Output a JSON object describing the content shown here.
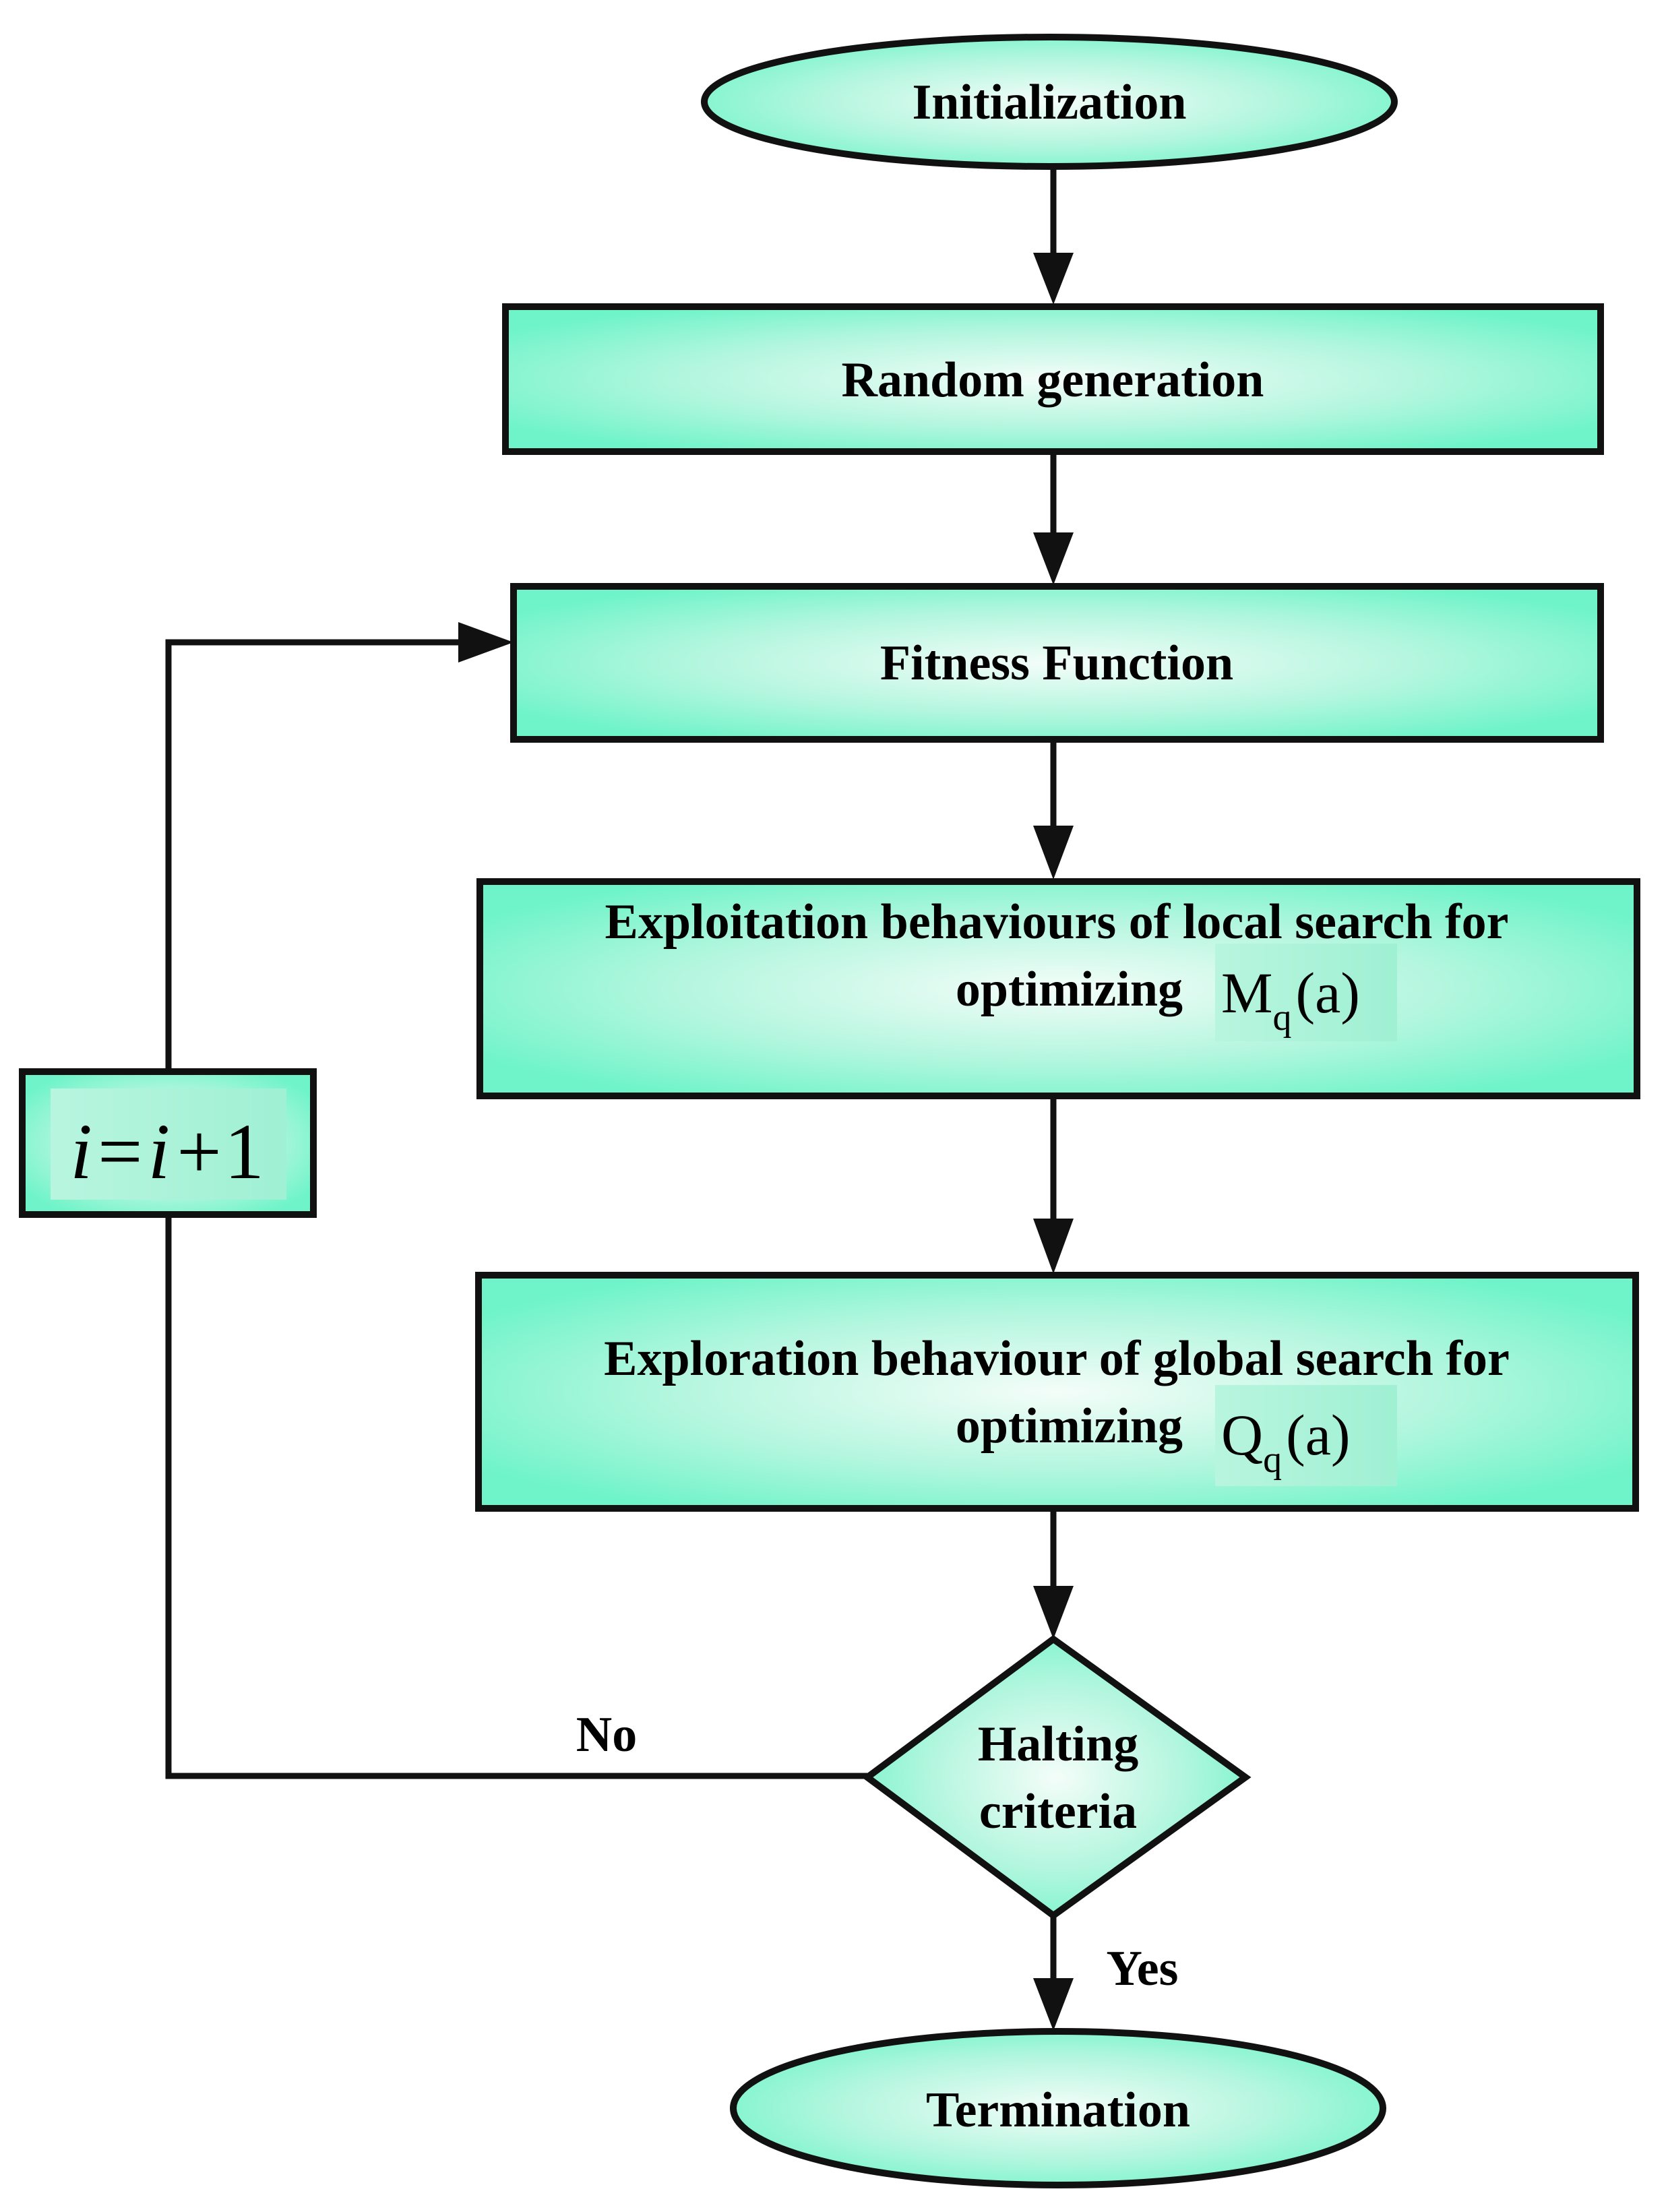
{
  "nodes": {
    "initialization": "Initialization",
    "random_generation": "Random generation",
    "fitness_function": "Fitness Function",
    "exploitation": {
      "line1": "Exploitation behaviours of local search for",
      "line2": "optimizing",
      "math_base": "M",
      "math_sub": "q",
      "math_arg": "(a)"
    },
    "exploration": {
      "line1": "Exploration behaviour of global search for",
      "line2": "optimizing",
      "math_base": "Q",
      "math_sub": "q",
      "math_arg": "(a)"
    },
    "halting": {
      "line1": "Halting",
      "line2": "criteria"
    },
    "termination": "Termination",
    "counter": {
      "i1": "i",
      "eq": "=",
      "i2": "i",
      "plus": "+",
      "one": "1"
    }
  },
  "edge_labels": {
    "no": "No",
    "yes": "Yes"
  },
  "colors": {
    "fill_center": "#f0fcf7",
    "fill_edge": "#6ef4c8",
    "stroke": "#111111"
  }
}
